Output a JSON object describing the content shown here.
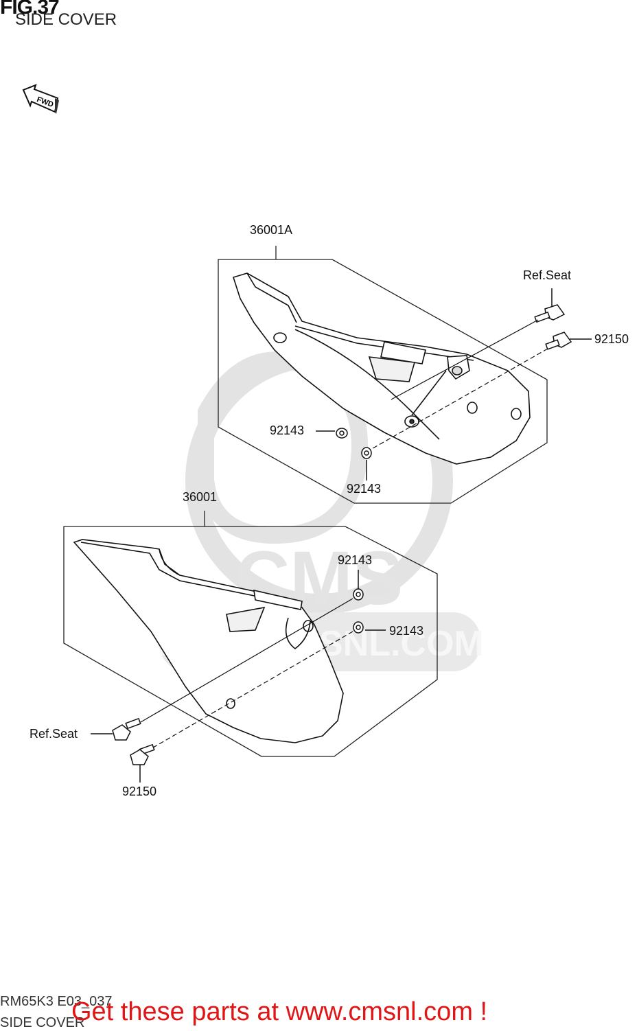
{
  "figure": {
    "title": "FIG.37",
    "subtitle": "SIDE COVER"
  },
  "direction_marker": {
    "label": "FWD",
    "icon": "forward-arrow-icon"
  },
  "callouts": {
    "top_cover": "36001A",
    "top_ref_seat": "Ref.Seat",
    "top_bolt": "92150",
    "top_washer_left": "92143",
    "top_washer_bottom": "92143",
    "bottom_cover": "36001",
    "bottom_washer_top": "92143",
    "bottom_washer_right": "92143",
    "bottom_ref_seat": "Ref.Seat",
    "bottom_bolt": "92150"
  },
  "watermark": {
    "text": "WWW.CMSNL.COM",
    "logo": "CMS"
  },
  "footer": {
    "code": "RM65K3 E03_037",
    "subtitle": "SIDE COVER",
    "promo": "Get these parts at www.cmsnl.com !",
    "promo_color": "#e01616"
  }
}
